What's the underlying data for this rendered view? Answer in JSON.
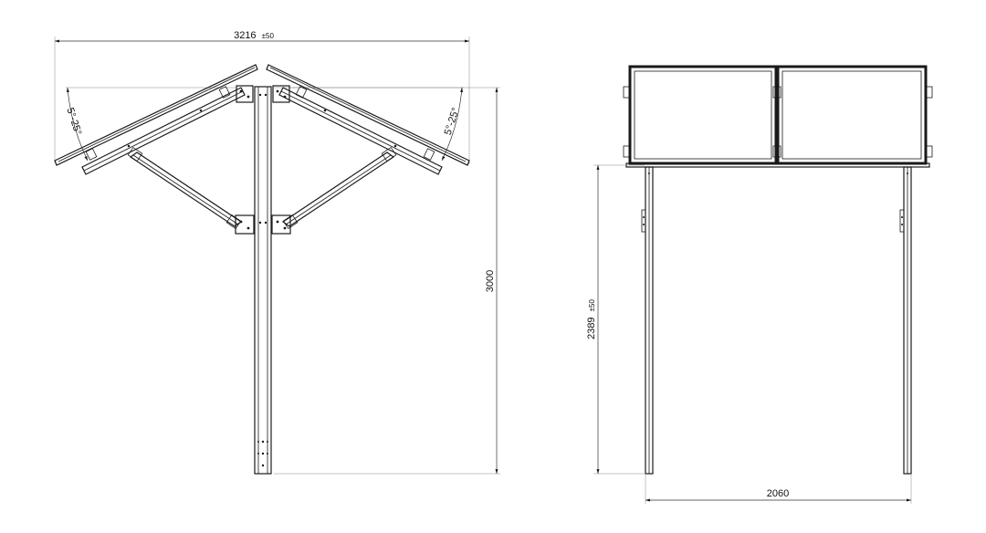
{
  "side_view": {
    "width_dim": {
      "value": "3216",
      "tolerance": "±50"
    },
    "height_dim": {
      "value": "3000"
    },
    "tilt_left": {
      "range": "5°-25°"
    },
    "tilt_right": {
      "range": "5°-25°"
    }
  },
  "front_view": {
    "height_dim": {
      "value": "2389",
      "tolerance": "±50"
    },
    "width_dim": {
      "value": "2060"
    }
  }
}
